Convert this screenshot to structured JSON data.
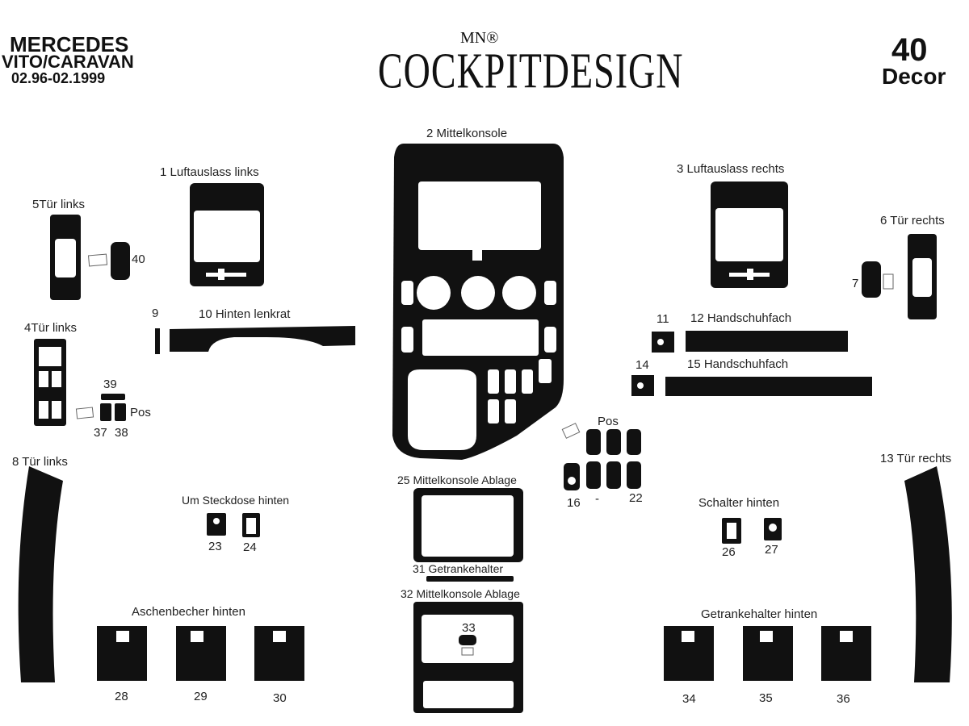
{
  "header": {
    "brand": "MERCEDES",
    "model": "VITO/CARAVAN",
    "years": "02.96-02.1999",
    "logo_text": "COCKPITDESIGN",
    "logo_mark": "MN®",
    "piece_count": "40",
    "piece_unit": "Decor"
  },
  "labels": {
    "p1": "1  Luftauslass links",
    "p2": "2  Mittelkonsole",
    "p3": "3 Luftauslass rechts",
    "p4": "4Tür links",
    "p5": "5Tür links",
    "p6": "6  Tür rechts",
    "p7": "7",
    "p8": "8  Tür links",
    "p9": "9",
    "p10": "10  Hinten lenkrat",
    "p11": "11",
    "p12": "12  Handschuhfach",
    "p13": "13  Tür rechts",
    "p14": "14",
    "p15": "15  Handschuhfach",
    "p16": "16",
    "dash": "-",
    "p22": "22",
    "pos_center": "Pos",
    "p23": "23",
    "p24": "24",
    "steckdose": "Um Steckdose hinten",
    "p25": "25  Mittelkonsole Ablage",
    "p26": "26",
    "p27": "27",
    "schalter": "Schalter hinten",
    "p28": "28",
    "p29": "29",
    "p30": "30",
    "aschenbecher": "Aschenbecher hinten",
    "p31": "31 Getrankehalter",
    "p32": "32  Mittelkonsole Ablage",
    "p33": "33",
    "p34": "34",
    "p35": "35",
    "p36": "36",
    "getrankehalter": "Getrankehalter hinten",
    "p37": "37",
    "p38": "38",
    "p39": "39",
    "pos_left": "Pos",
    "p40": "40"
  },
  "colors": {
    "part_fill": "#111111",
    "background": "#ffffff",
    "cutout": "#ffffff"
  }
}
